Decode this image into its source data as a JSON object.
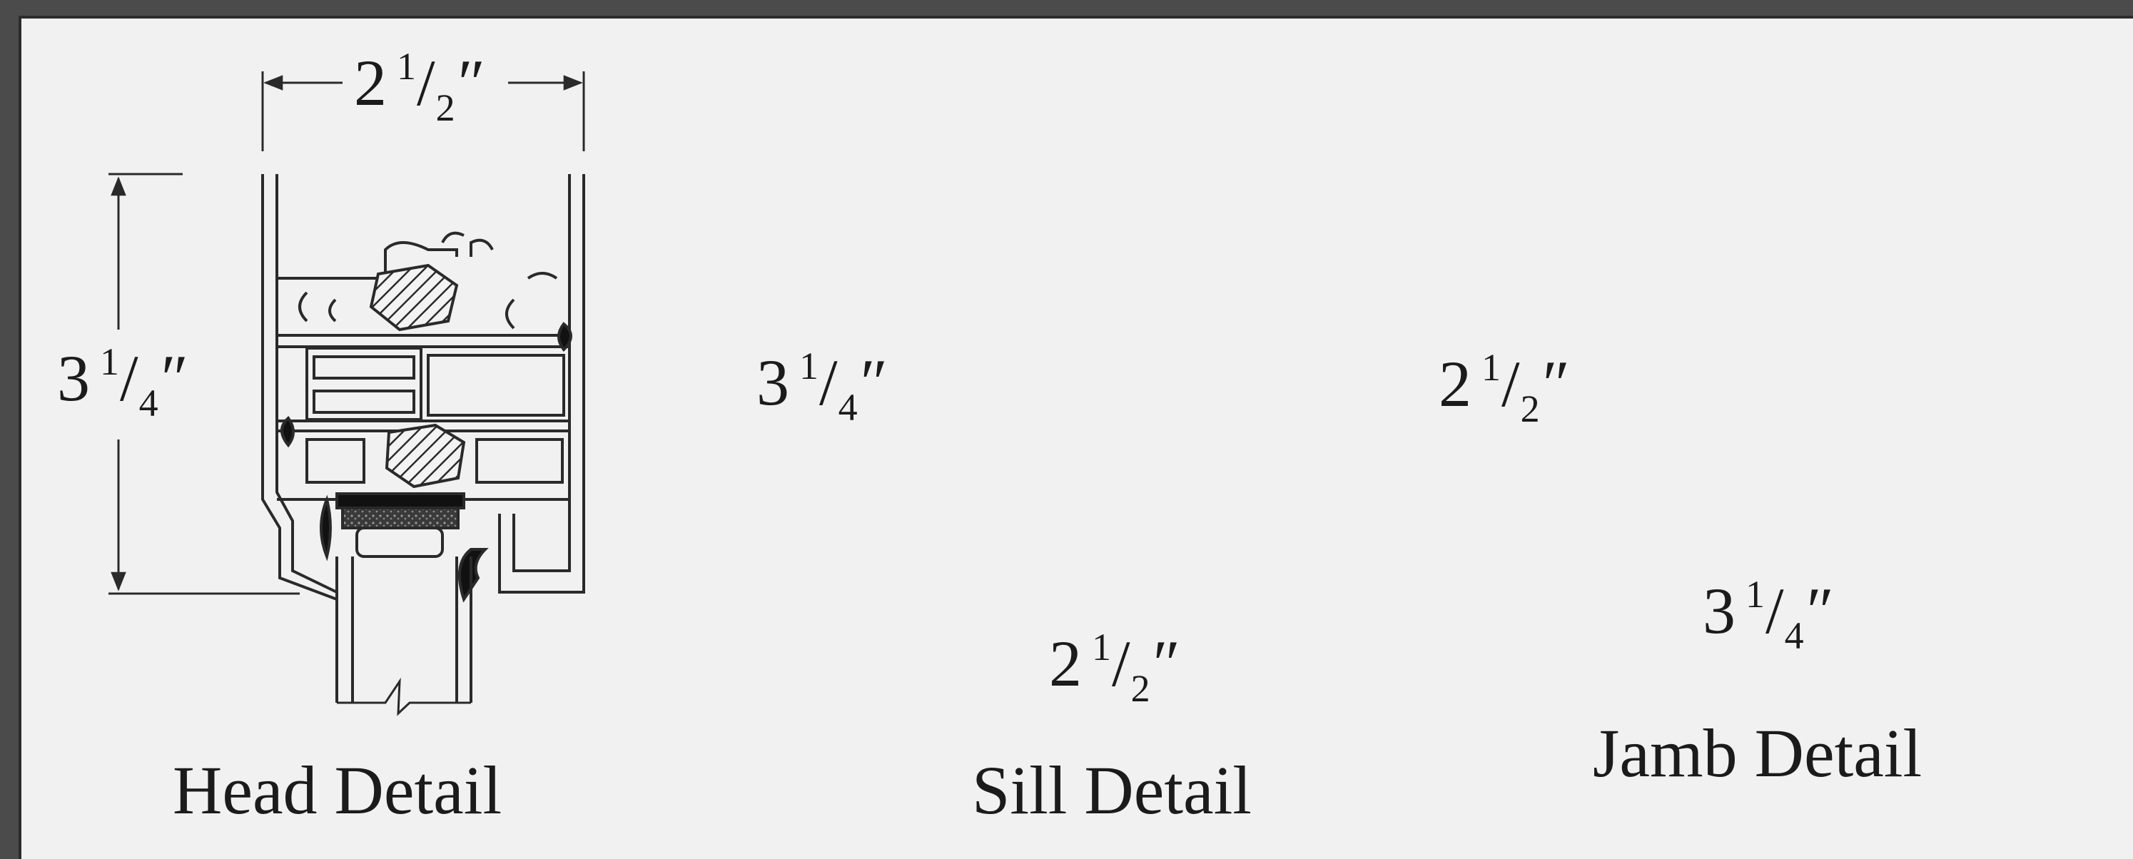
{
  "colors": {
    "background": "#f1f1f1",
    "border": "#4b4b4b",
    "line": "#2a2a2a",
    "text": "#1b1b1b",
    "gasket": "#111111"
  },
  "head_detail": {
    "caption": "Head Detail",
    "width_dim": {
      "whole": "2",
      "num": "1",
      "den": "2",
      "unit": "″"
    },
    "height_dim": {
      "whole": "3",
      "num": "1",
      "den": "4",
      "unit": "″"
    }
  },
  "sill_detail": {
    "caption": "Sill Detail",
    "width_dim": {
      "whole": "2",
      "num": "1",
      "den": "2",
      "unit": "″"
    },
    "height_dim": {
      "whole": "3",
      "num": "1",
      "den": "4",
      "unit": "″"
    }
  },
  "jamb_detail": {
    "caption": "Jamb Detail",
    "width_dim": {
      "whole": "3",
      "num": "1",
      "den": "4",
      "unit": "″"
    },
    "height_dim": {
      "whole": "2",
      "num": "1",
      "den": "2",
      "unit": "″"
    }
  }
}
